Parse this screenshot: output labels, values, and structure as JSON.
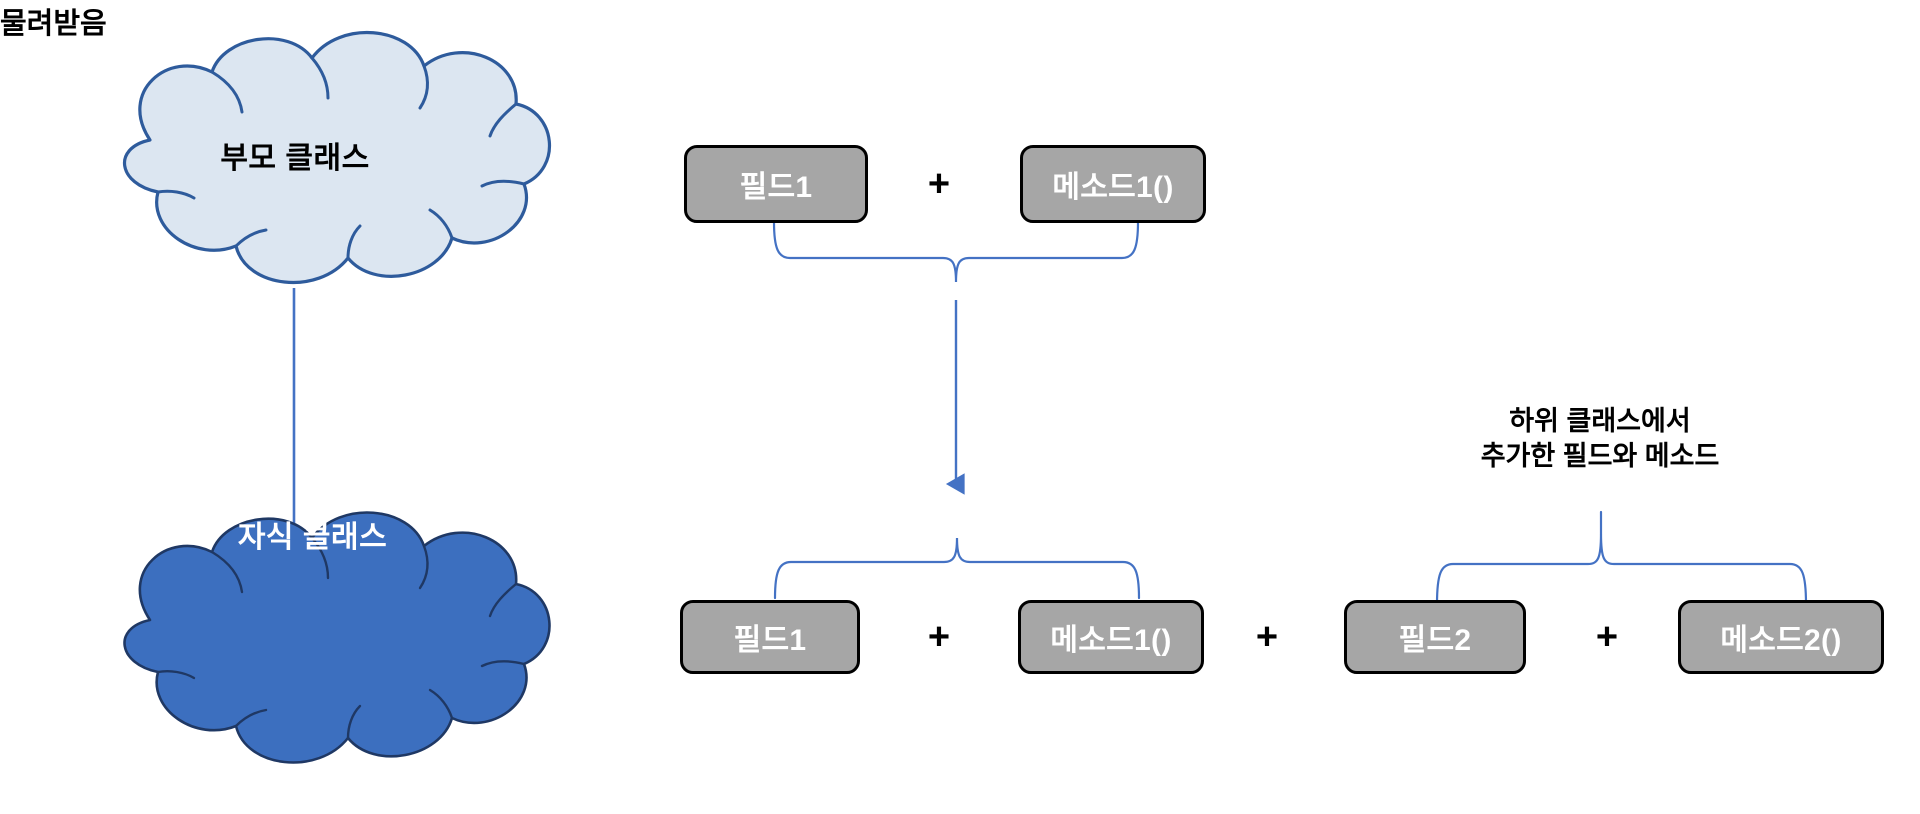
{
  "diagram": {
    "title": "클래스 상속 개념도",
    "background_color": "#ffffff"
  },
  "clouds": [
    {
      "id": "parent-cloud",
      "label": "부모 클래스",
      "fill": "#DCE6F1",
      "stroke": "#2E5B9C",
      "text_color": "#000000"
    },
    {
      "id": "child-cloud",
      "label": "자식 클래스",
      "fill": "#3C6FBF",
      "stroke": "#1F3864",
      "text_color": "#ffffff"
    }
  ],
  "inheritance_arrow": {
    "color": "#4472C4",
    "from": "parent-cloud",
    "to": "child-cloud"
  },
  "parent_members": {
    "field_label": "필드1",
    "plus_label": "+",
    "method_label": "메소드1()"
  },
  "inherit_label": "물려받음",
  "child_members": {
    "inherited": {
      "field_label": "필드1",
      "plus_label": "+",
      "method_label": "메소드1()"
    },
    "join_plus_label": "+",
    "added": {
      "field_label": "필드2",
      "plus_label": "+",
      "method_label": "메소드2()"
    }
  },
  "added_note": {
    "line1": "하위 클래스에서",
    "line2": "추가한 필드와 메소드"
  },
  "colors": {
    "box_fill": "#a6a6a6",
    "box_stroke": "#000000",
    "box_text": "#ffffff",
    "connector": "#4472C4",
    "accent_blue": "#4472C4",
    "parent_cloud_fill": "#DCE6F1",
    "child_cloud_fill": "#3C6FBF"
  }
}
